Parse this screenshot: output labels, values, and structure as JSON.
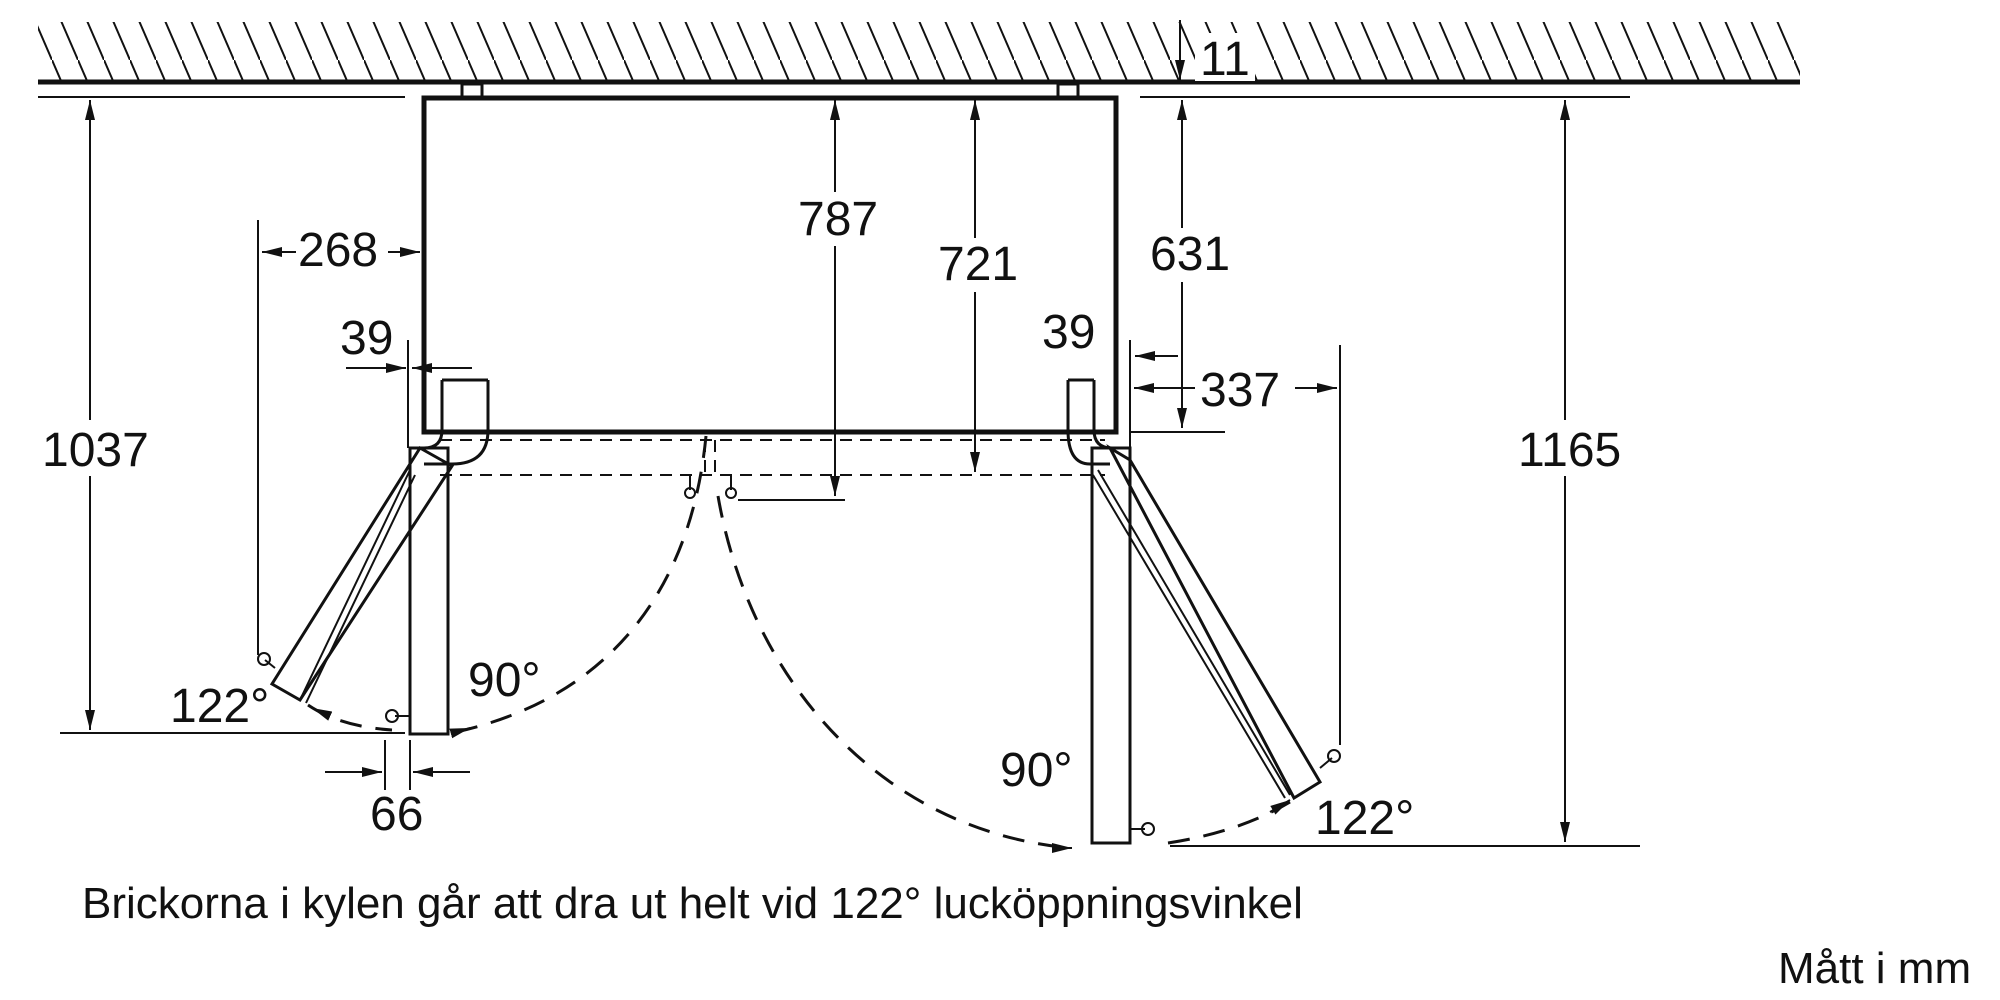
{
  "dimensions": {
    "ceiling_gap": "11",
    "body_depth": "787",
    "body_depth_inner": "721",
    "right_depth": "631",
    "left_clearance": "268",
    "left_hinge_offset": "39",
    "right_hinge_offset": "39",
    "right_clearance": "337",
    "left_total_depth": "1037",
    "right_total_depth": "1165",
    "left_door_gap": "66"
  },
  "angles": {
    "left_122": "122°",
    "left_90": "90°",
    "right_90": "90°",
    "right_122": "122°"
  },
  "caption": "Brickorna i kylen går att dra ut helt vid 122° lucköppningsvinkel",
  "units_note": "Mått i mm"
}
